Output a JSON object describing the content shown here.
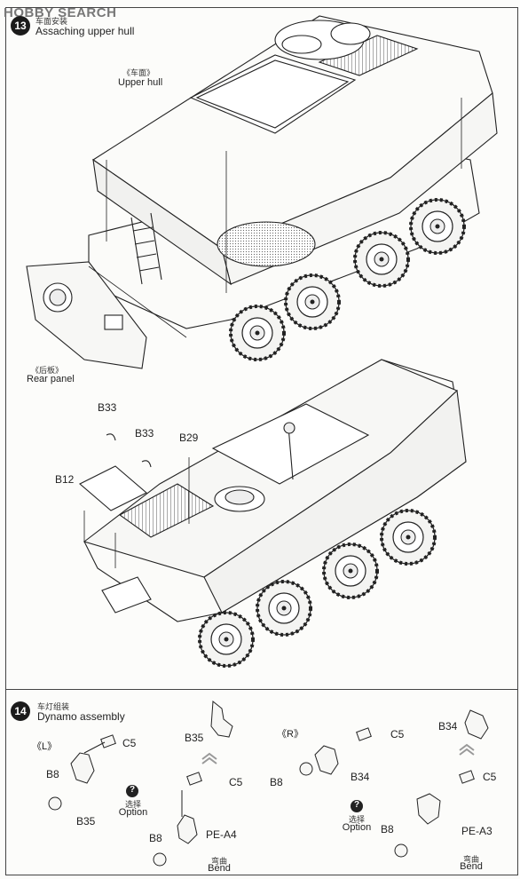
{
  "logo": {
    "text": "HOBBY SEARCH",
    "brand_color": "#888888"
  },
  "step13": {
    "number": "13",
    "title_cn": "车面安装",
    "title_en": "Assaching upper hull",
    "upper_hull_cn": "《车面》",
    "upper_hull_en": "Upper hull",
    "rear_panel_cn": "《后板》",
    "rear_panel_en": "Rear panel",
    "parts": [
      "B33",
      "B33",
      "B29",
      "B12"
    ]
  },
  "step14": {
    "number": "14",
    "title_cn": "车灯组装",
    "title_en": "Dynamo assembly",
    "left_tag": "《L》",
    "right_tag": "《R》",
    "parts_left": [
      "C5",
      "B8",
      "B35",
      "B35",
      "C5",
      "B8",
      "PE-A4"
    ],
    "parts_right": [
      "C5",
      "B8",
      "B34",
      "B34",
      "C5",
      "B8",
      "PE-A3"
    ],
    "option_cn": "选择",
    "option_en": "Option",
    "option_icon": "?",
    "bend_cn": "弯曲",
    "bend_en": "Bend"
  }
}
